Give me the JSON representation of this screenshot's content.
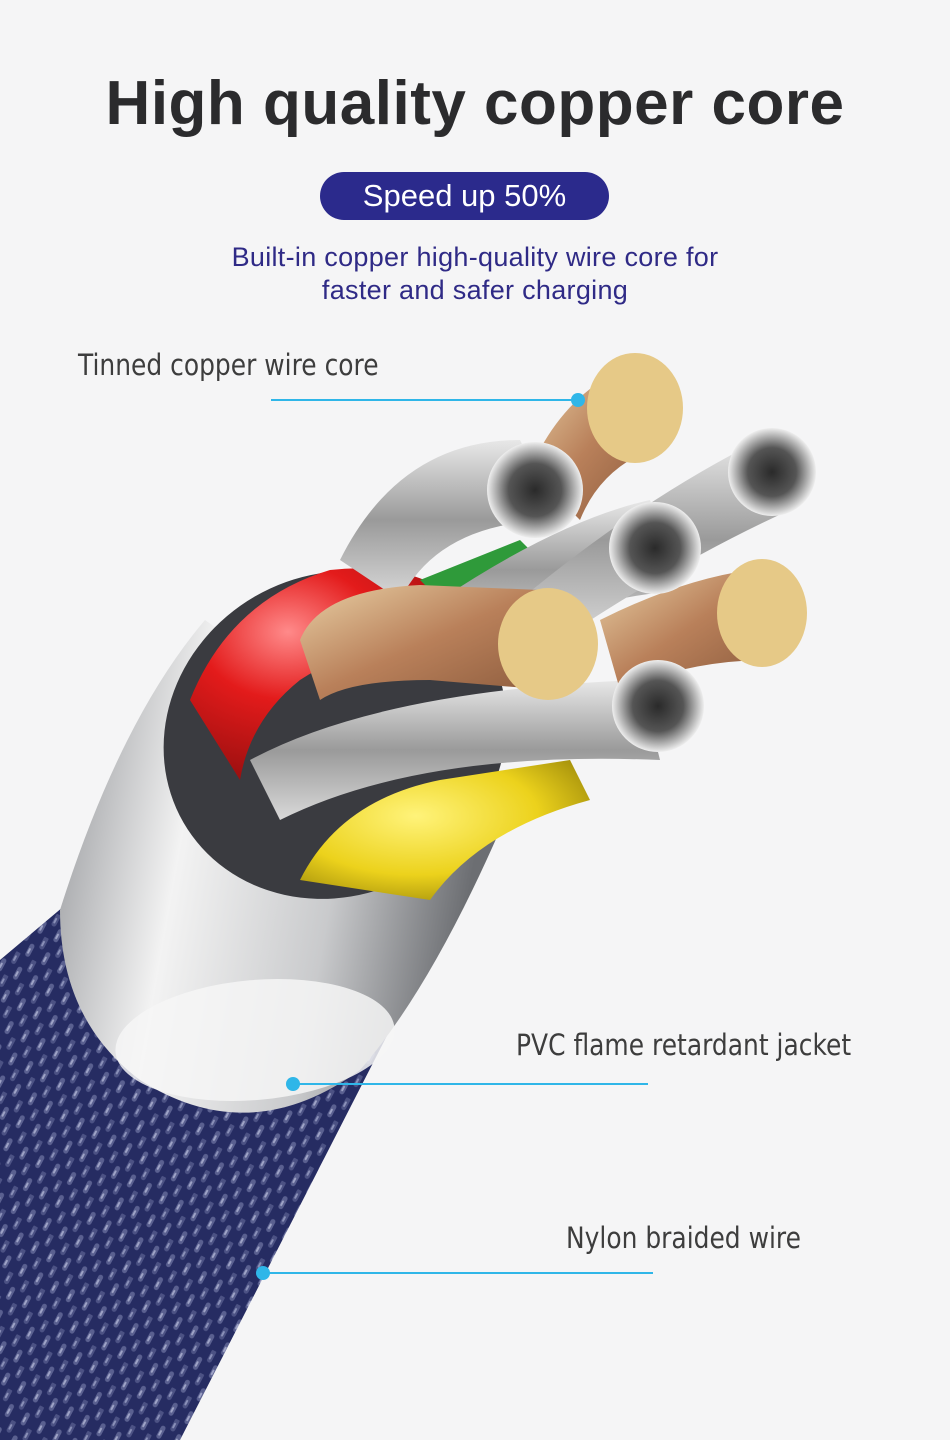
{
  "header": {
    "title": "High quality copper core",
    "badge": "Speed up 50%",
    "subtitle_line1": "Built-in copper high-quality wire core for",
    "subtitle_line2": "faster and safer charging"
  },
  "callouts": [
    {
      "label": "Tinned copper wire core"
    },
    {
      "label": "PVC flame retardant jacket"
    },
    {
      "label": "Nylon braided wire"
    }
  ],
  "colors": {
    "title": "#2b2b2d",
    "badge_bg": "#2b2a8c",
    "subtitle": "#2f2a86",
    "callout_line": "#2fb6e8",
    "braid": "#242a5e",
    "background": "#f5f5f6"
  }
}
